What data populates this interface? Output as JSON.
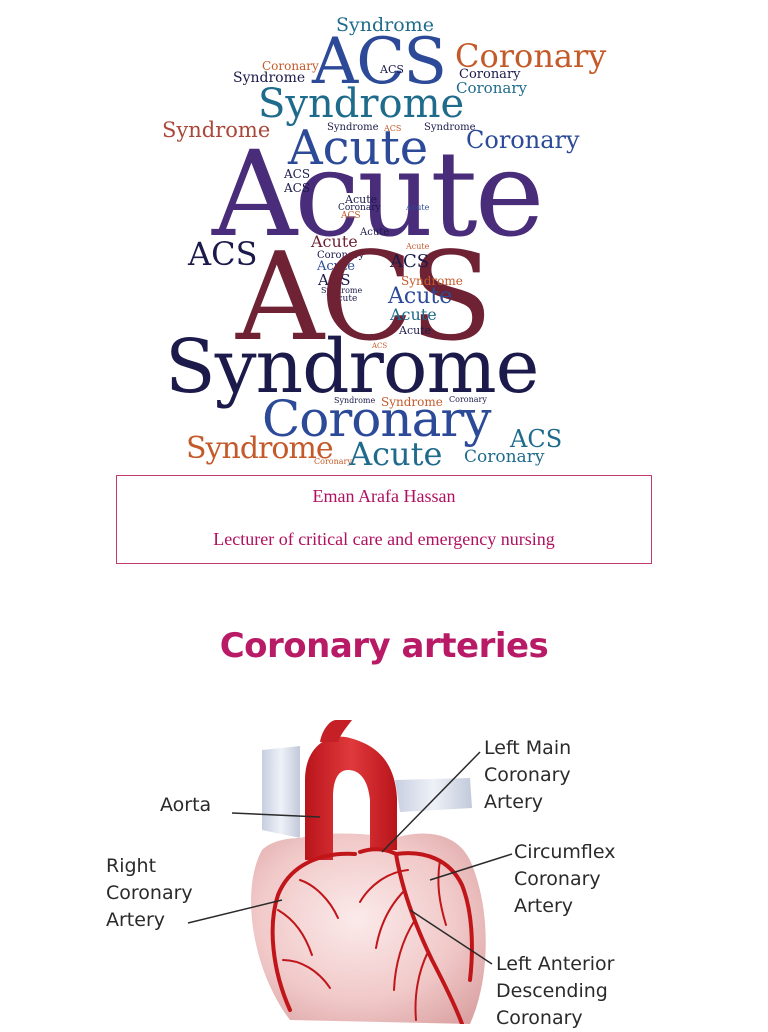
{
  "word_cloud": {
    "words": [
      "Syndrome",
      "ACS",
      "Coronary",
      "Acute"
    ]
  },
  "author": {
    "name": "Eman Arafa Hassan",
    "role": "Lecturer of critical care and emergency nursing"
  },
  "slide": {
    "title": "Coronary arteries"
  },
  "diagram": {
    "labels": {
      "aorta": "Aorta",
      "left_main": "Left Main\nCoronary\nArtery",
      "right_coronary": "Right\nCoronary\nArtery",
      "circumflex": "Circumflex\nCoronary\nArtery",
      "lad": "Left Anterior\nDescending\nCoronary"
    }
  },
  "colors": {
    "navy": "#1b1a4b",
    "purple": "#4a2d7a",
    "maroon": "#6e2233",
    "blue": "#2c4a98",
    "teal": "#1f6b8c",
    "orange": "#c45a2a",
    "rust": "#a9473a",
    "title_pink": "#b81a66",
    "artery_red": "#c0161a"
  }
}
